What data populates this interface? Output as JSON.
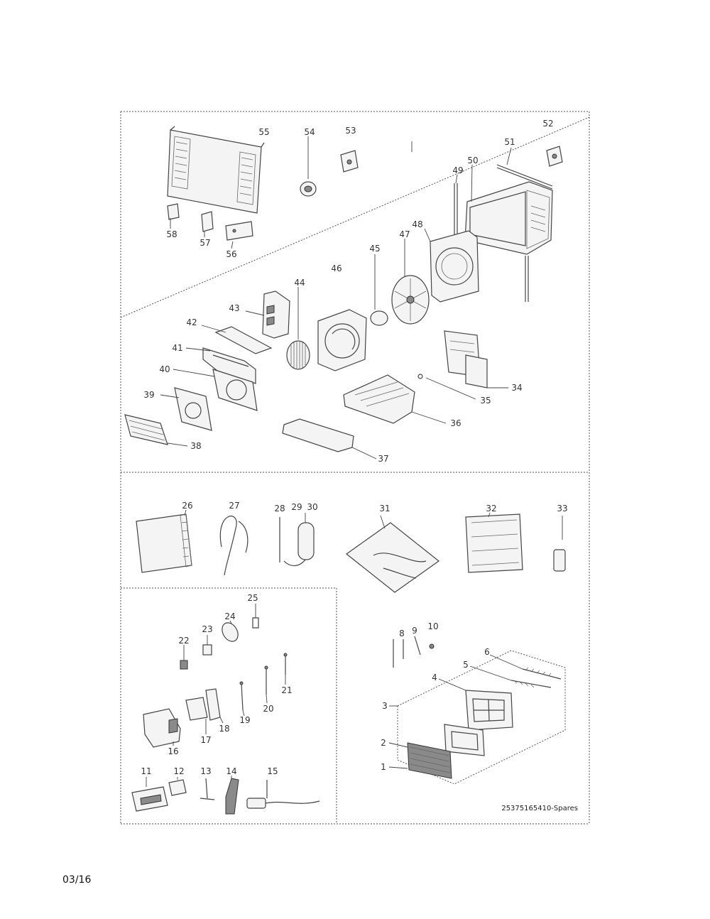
{
  "diagram": {
    "drawing_number": "25375165410-Spares",
    "date_code": "03/16",
    "colors": {
      "line": "#444444",
      "frame": "#555555",
      "background": "#ffffff"
    },
    "callouts": [
      "55",
      "54",
      "53",
      "52",
      "51",
      "50",
      "49",
      "58",
      "57",
      "56",
      "48",
      "47",
      "46",
      "45",
      "44",
      "43",
      "42",
      "41",
      "40",
      "39",
      "38",
      "37",
      "36",
      "35",
      "34",
      "26",
      "27",
      "28",
      "29",
      "30",
      "31",
      "32",
      "33",
      "25",
      "24",
      "23",
      "22",
      "21",
      "20",
      "19",
      "18",
      "17",
      "16",
      "11",
      "12",
      "13",
      "14",
      "15",
      "8",
      "9",
      "10",
      "6",
      "5",
      "4",
      "3",
      "2",
      "1"
    ]
  }
}
